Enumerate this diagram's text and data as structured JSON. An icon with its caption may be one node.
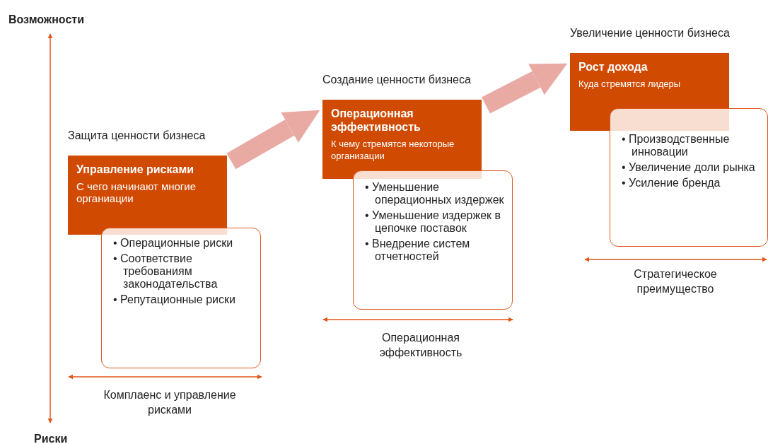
{
  "diagram": {
    "nodes": [
      {
        "text": [
          "Защита ценности бизнеса",
          "Управление рисками",
          "С чего начинают многие органиации"
        ]
      },
      {
        "text": [
          "• Операционные риски",
          "• Соответствие требованиям законодательства",
          "• Репутационные риски"
        ]
      },
      {
        "text": [
          "Создание ценности бизнеса",
          "Операционная эффективность",
          "К чему стремятся некоторые организации"
        ]
      },
      {
        "text": [
          "• Уменьшение операционных издержек",
          "• Уменьшение издержек в цепочке поставок",
          "• Внедрение систем отчетностей"
        ]
      },
      {
        "text": [
          "Увеличение ценности бизнеса",
          "Рост дохода",
          "Куда стремятся лидеры"
        ]
      },
      {
        "text": [
          "• Производственные инновации",
          "• Увеличение доли рынка",
          "• Усиление бренда"
        ]
      }
    ],
    "edges": [
      {
        "from": 0,
        "to": 2,
        "arrow": "to"
      },
      {
        "from": 2,
        "to": 4,
        "arrow": "to"
      }
    ],
    "labels": [
      "Возможности",
      "Комплаенс и управление рисками",
      "Операционная эффективность",
      "Стратегическое преимущество",
      "Риски"
    ]
  }
}
